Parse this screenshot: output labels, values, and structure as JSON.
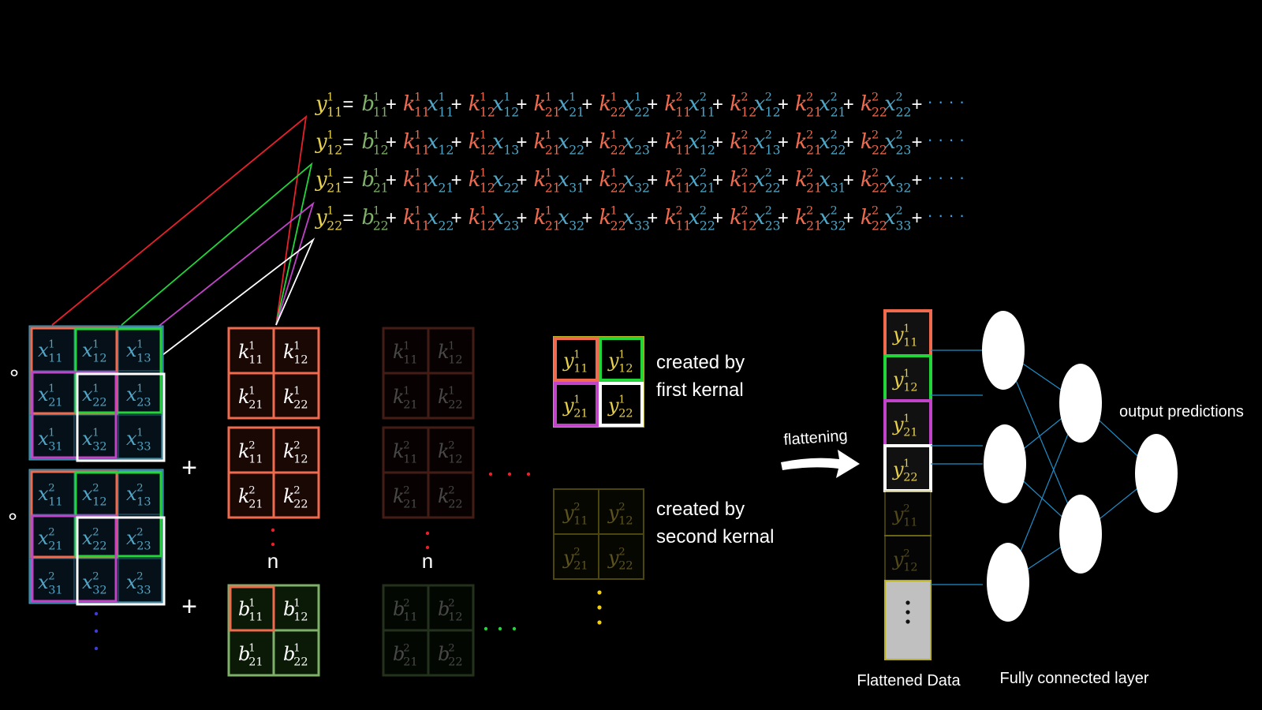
{
  "colors": {
    "background": "#000000",
    "y": "#e8d14a",
    "b": "#7fb069",
    "k": "#f06a4e",
    "x": "#4ea7c8",
    "ellipsis": "#3aa0e0",
    "red": "#e8202a",
    "green": "#22d63a",
    "magenta": "#c043c8",
    "white": "#ffffff",
    "connector": "#1f8ec9",
    "placeholder": "#c0c0c0"
  },
  "equations": [
    {
      "y": [
        "11"
      ],
      "terms": [
        [
          "b",
          "1",
          "11"
        ],
        [
          "k",
          "1",
          "11"
        ],
        [
          "x",
          "1",
          "11"
        ],
        [
          "k",
          "1",
          "12"
        ],
        [
          "x",
          "1",
          "12"
        ],
        [
          "k",
          "1",
          "21"
        ],
        [
          "x",
          "1",
          "21"
        ],
        [
          "k",
          "1",
          "22"
        ],
        [
          "x",
          "1",
          "22"
        ],
        [
          "k",
          "2",
          "11"
        ],
        [
          "x",
          "2",
          "11"
        ],
        [
          "k",
          "2",
          "12"
        ],
        [
          "x",
          "2",
          "12"
        ],
        [
          "k",
          "2",
          "21"
        ],
        [
          "x",
          "2",
          "21"
        ],
        [
          "k",
          "2",
          "22"
        ],
        [
          "x",
          "2",
          "22"
        ]
      ]
    },
    {
      "y": [
        "12"
      ],
      "terms": [
        [
          "b",
          "1",
          "12"
        ],
        [
          "k",
          "1",
          "11"
        ],
        [
          "x",
          "",
          "12"
        ],
        [
          "k",
          "1",
          "12"
        ],
        [
          "x",
          "",
          "13"
        ],
        [
          "k",
          "1",
          "21"
        ],
        [
          "x",
          "",
          "22"
        ],
        [
          "k",
          "1",
          "22"
        ],
        [
          "x",
          "",
          "23"
        ],
        [
          "k",
          "2",
          "11"
        ],
        [
          "x",
          "2",
          "12"
        ],
        [
          "k",
          "2",
          "12"
        ],
        [
          "x",
          "2",
          "13"
        ],
        [
          "k",
          "2",
          "21"
        ],
        [
          "x",
          "2",
          "22"
        ],
        [
          "k",
          "2",
          "22"
        ],
        [
          "x",
          "2",
          "23"
        ]
      ]
    },
    {
      "y": [
        "21"
      ],
      "terms": [
        [
          "b",
          "1",
          "21"
        ],
        [
          "k",
          "1",
          "11"
        ],
        [
          "x",
          "",
          "21"
        ],
        [
          "k",
          "1",
          "12"
        ],
        [
          "x",
          "",
          "22"
        ],
        [
          "k",
          "1",
          "21"
        ],
        [
          "x",
          "",
          "31"
        ],
        [
          "k",
          "1",
          "22"
        ],
        [
          "x",
          "",
          "32"
        ],
        [
          "k",
          "2",
          "11"
        ],
        [
          "x",
          "2",
          "21"
        ],
        [
          "k",
          "2",
          "12"
        ],
        [
          "x",
          "2",
          "22"
        ],
        [
          "k",
          "2",
          "21"
        ],
        [
          "x",
          "",
          "31"
        ],
        [
          "k",
          "2",
          "22"
        ],
        [
          "x",
          "",
          "32"
        ]
      ]
    },
    {
      "y": [
        "22"
      ],
      "terms": [
        [
          "b",
          "1",
          "22"
        ],
        [
          "k",
          "1",
          "11"
        ],
        [
          "x",
          "",
          "22"
        ],
        [
          "k",
          "1",
          "12"
        ],
        [
          "x",
          "",
          "23"
        ],
        [
          "k",
          "1",
          "21"
        ],
        [
          "x",
          "",
          "32"
        ],
        [
          "k",
          "1",
          "22"
        ],
        [
          "x",
          "",
          "33"
        ],
        [
          "k",
          "2",
          "11"
        ],
        [
          "x",
          "2",
          "22"
        ],
        [
          "k",
          "2",
          "12"
        ],
        [
          "x",
          "2",
          "23"
        ],
        [
          "k",
          "2",
          "21"
        ],
        [
          "x",
          "2",
          "32"
        ],
        [
          "k",
          "2",
          "22"
        ],
        [
          "x",
          "2",
          "33"
        ]
      ]
    }
  ],
  "symbols": {
    "equals": "=",
    "plus": "+",
    "trailing_dots": "· · · ·",
    "hadamard": "∘",
    "n": "n",
    "vdots": "⋮"
  },
  "input_grid": {
    "channel1": [
      [
        "11",
        "12",
        "13"
      ],
      [
        "21",
        "22",
        "23"
      ],
      [
        "31",
        "32",
        "33"
      ]
    ],
    "channel2": [
      [
        "11",
        "12",
        "13"
      ],
      [
        "21",
        "22",
        "23"
      ],
      [
        "31",
        "32",
        "33"
      ]
    ]
  },
  "kernels": {
    "k1": [
      "11",
      "12",
      "21",
      "22"
    ],
    "k2": [
      "11",
      "12",
      "21",
      "22"
    ],
    "b": [
      "11",
      "12",
      "21",
      "22"
    ]
  },
  "captions": {
    "first": [
      "created by",
      "first kernal"
    ],
    "second": [
      "created by",
      "second kernal"
    ],
    "flattening": "flattening",
    "flattened_data": "Flattened Data",
    "fully_connected": "Fully connected layer",
    "output_predictions": "output predictions"
  },
  "flattened": [
    {
      "sup": "1",
      "sub": "11"
    },
    {
      "sup": "1",
      "sub": "12"
    },
    {
      "sup": "1",
      "sub": "21"
    },
    {
      "sup": "1",
      "sub": "22"
    },
    {
      "sup": "2",
      "sub": "11"
    },
    {
      "sup": "2",
      "sub": "12"
    }
  ]
}
